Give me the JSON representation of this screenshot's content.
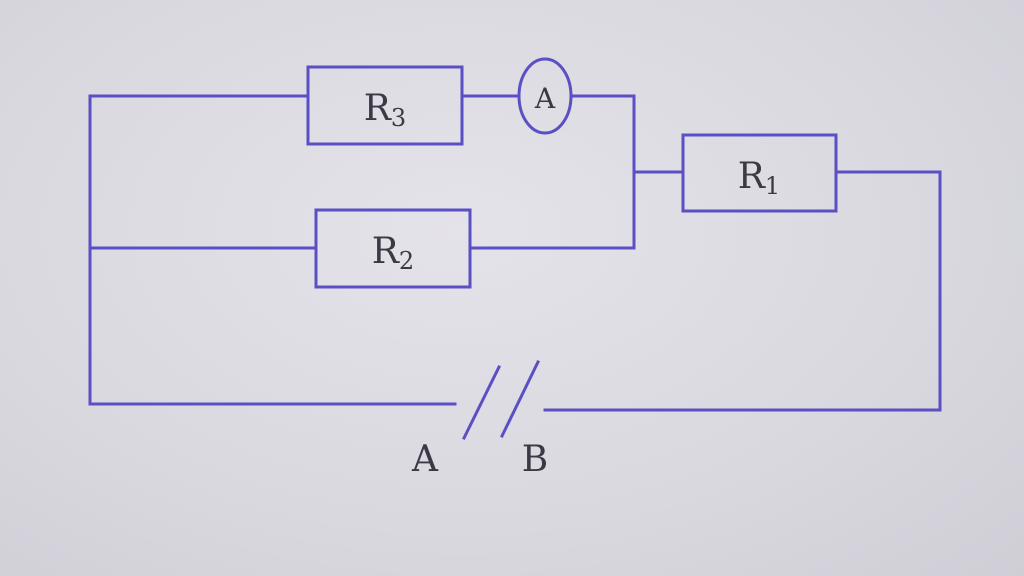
{
  "diagram": {
    "resistors": [
      {
        "main": "R",
        "sub": "3"
      },
      {
        "main": "R",
        "sub": "2"
      },
      {
        "main": "R",
        "sub": "1"
      }
    ],
    "ammeter": "A",
    "terminals": {
      "left": "A",
      "right": "B"
    },
    "colors": {
      "wire": "#5b4fc4",
      "text": "#3a3a46",
      "background": "#d9d8df"
    }
  }
}
